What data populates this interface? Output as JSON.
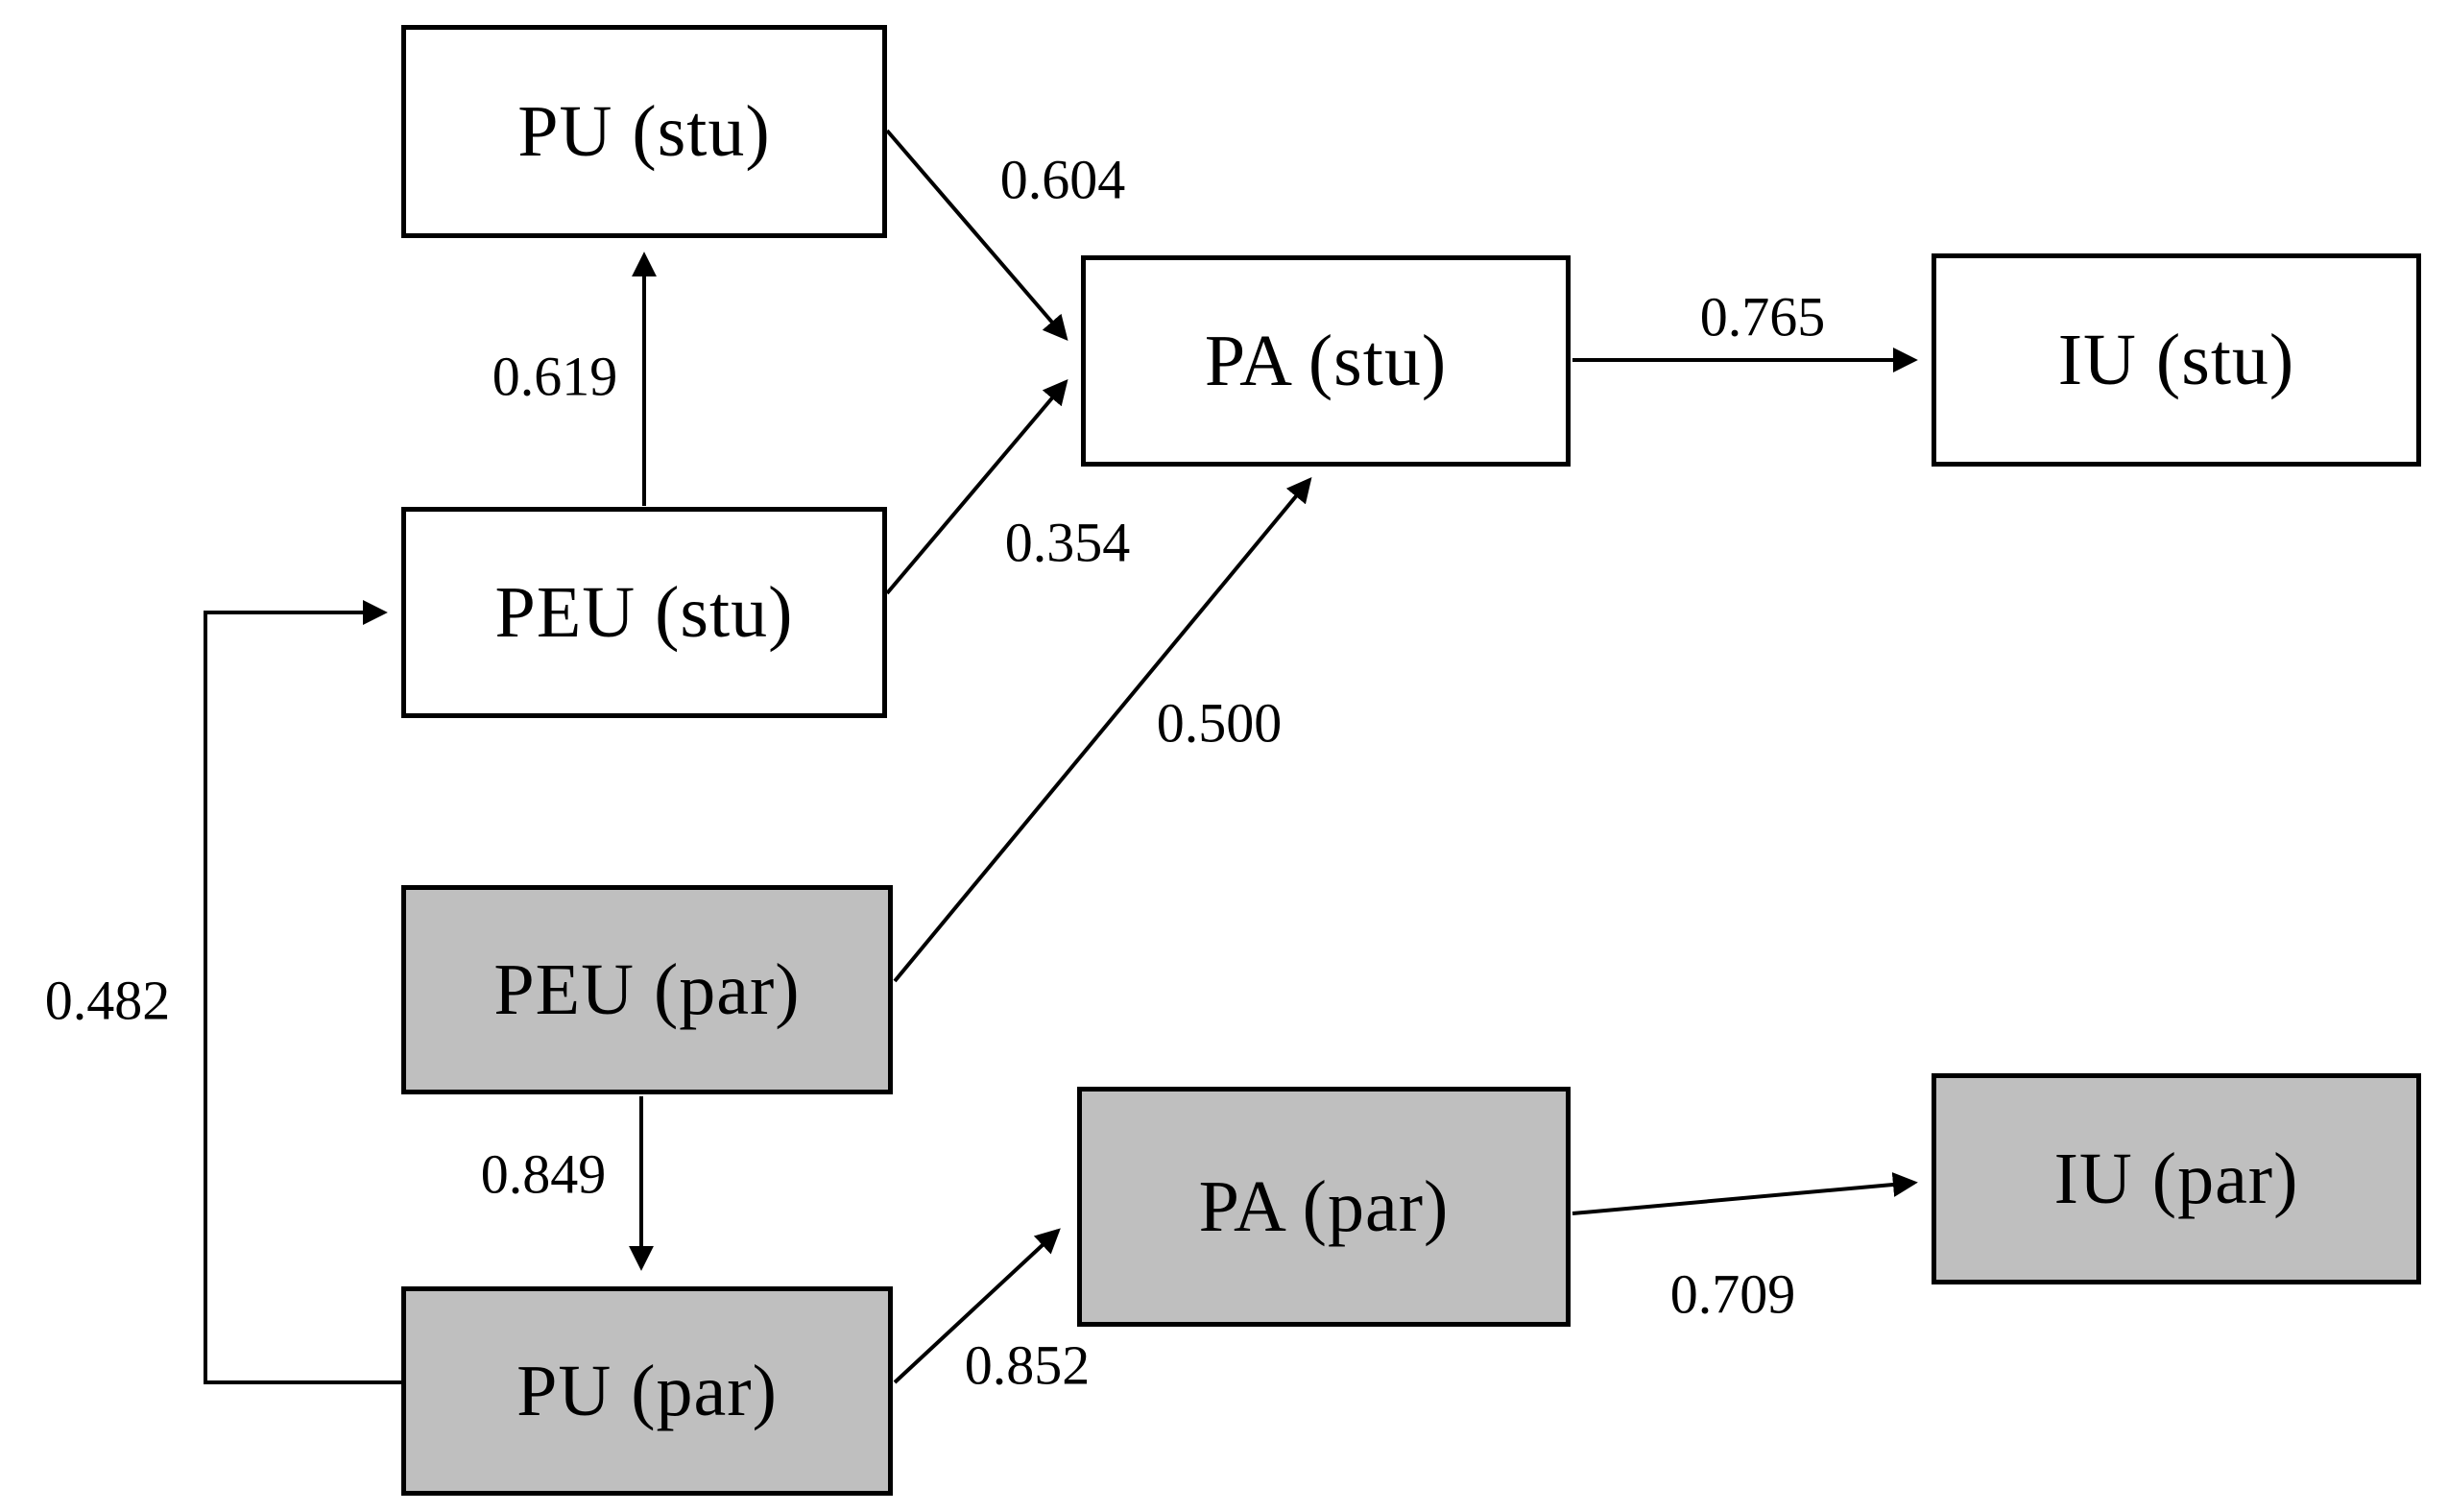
{
  "diagram": {
    "type": "path-model",
    "groups": {
      "student_suffix": "(stu)",
      "parent_suffix": "(par)"
    },
    "colors": {
      "student_fill": "#ffffff",
      "parent_fill": "#bfbfbf",
      "stroke": "#000000",
      "background": "#ffffff"
    },
    "nodes": [
      {
        "id": "pu-stu",
        "label": "PU (stu)",
        "group": "student"
      },
      {
        "id": "peu-stu",
        "label": "PEU (stu)",
        "group": "student"
      },
      {
        "id": "pa-stu",
        "label": "PA (stu)",
        "group": "student"
      },
      {
        "id": "iu-stu",
        "label": "IU (stu)",
        "group": "student"
      },
      {
        "id": "peu-par",
        "label": "PEU (par)",
        "group": "parent"
      },
      {
        "id": "pa-par",
        "label": "PA (par)",
        "group": "parent"
      },
      {
        "id": "iu-par",
        "label": "IU (par)",
        "group": "parent"
      },
      {
        "id": "pu-par",
        "label": "PU (par)",
        "group": "parent"
      }
    ],
    "edges": [
      {
        "from": "peu-stu",
        "to": "pu-stu",
        "value": "0.619"
      },
      {
        "from": "pu-stu",
        "to": "pa-stu",
        "value": "0.604"
      },
      {
        "from": "peu-stu",
        "to": "pa-stu",
        "value": "0.354"
      },
      {
        "from": "pa-stu",
        "to": "iu-stu",
        "value": "0.765"
      },
      {
        "from": "peu-par",
        "to": "pa-stu",
        "value": "0.500"
      },
      {
        "from": "pu-par",
        "to": "peu-stu",
        "value": "0.482"
      },
      {
        "from": "peu-par",
        "to": "pu-par",
        "value": "0.849"
      },
      {
        "from": "pu-par",
        "to": "pa-par",
        "value": "0.852"
      },
      {
        "from": "pa-par",
        "to": "iu-par",
        "value": "0.709"
      }
    ]
  }
}
